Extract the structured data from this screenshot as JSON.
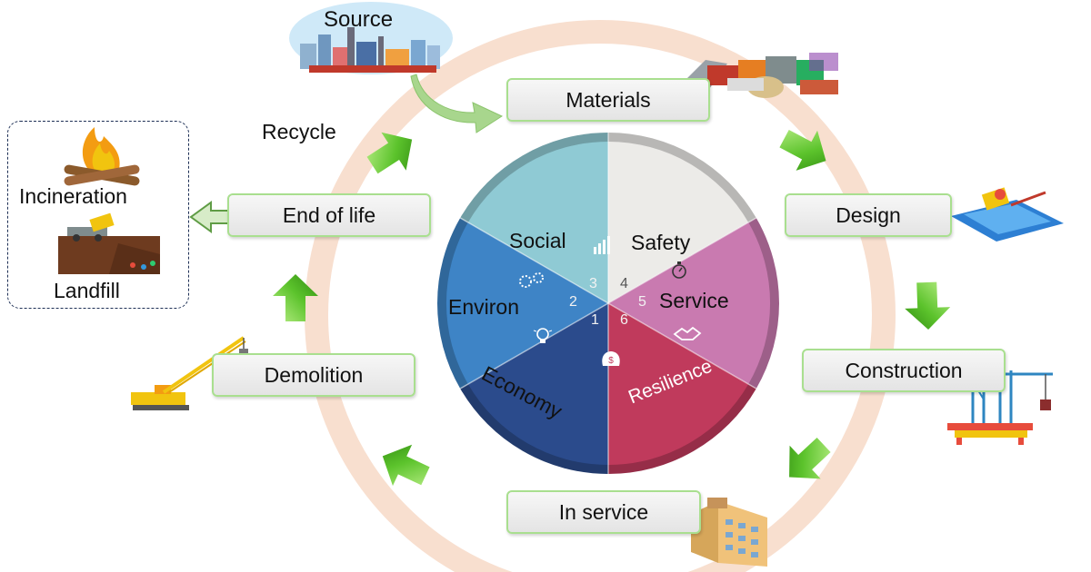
{
  "source": {
    "label": "Source"
  },
  "recycle": {
    "label": "Recycle"
  },
  "stages": {
    "materials": "Materials",
    "design": "Design",
    "construction": "Construction",
    "in_service": "In service",
    "demolition": "Demolition",
    "end_of_life": "End of life"
  },
  "end_of_life_options": {
    "incineration": "Incineration",
    "landfill": "Landfill"
  },
  "pillars": [
    {
      "label": "Economy",
      "number": "1",
      "color": "#2b4b8c",
      "icon": "money-bag-icon"
    },
    {
      "label": "Environ",
      "number": "2",
      "color": "#3e84c6",
      "icon": "gears-icon"
    },
    {
      "label": "Social",
      "number": "3",
      "color": "#8fcad4",
      "icon": "bar-chart-icon"
    },
    {
      "label": "Safety",
      "number": "4",
      "color": "#ecebe8",
      "icon": "stopwatch-icon"
    },
    {
      "label": "Service",
      "number": "5",
      "color": "#c97ab0",
      "icon": "handshake-icon"
    },
    {
      "label": "Resilience",
      "number": "6",
      "color": "#c03a5c",
      "icon": "lightbulb-icon"
    }
  ],
  "colors": {
    "ring": "#f8dfcf",
    "arrow_green": "#5cc32c",
    "box_border": "#a9df8f"
  }
}
